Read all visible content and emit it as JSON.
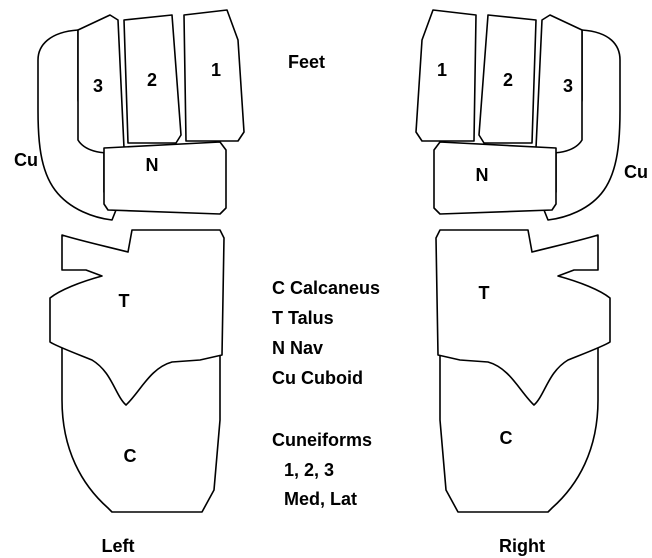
{
  "title": "Feet",
  "legend": {
    "lines": [
      "C Calcaneus",
      "T Talus",
      "N Nav",
      "Cu Cuboid"
    ],
    "cuneiforms_heading": "Cuneiforms",
    "cuneiforms_lines": [
      "1, 2, 3",
      "Med, Lat"
    ]
  },
  "left_foot": {
    "caption": "Left",
    "bones": {
      "cuboid": "Cu",
      "navicular": "N",
      "talus": "T",
      "calcaneus": "C",
      "cuneiform_1": "1",
      "cuneiform_2": "2",
      "cuneiform_3": "3"
    }
  },
  "right_foot": {
    "caption": "Right",
    "bones": {
      "cuboid": "Cu",
      "navicular": "N",
      "talus": "T",
      "calcaneus": "C",
      "cuneiform_1": "1",
      "cuneiform_2": "2",
      "cuneiform_3": "3"
    }
  },
  "colors": {
    "outline": "#000000",
    "fill": "#ffffff",
    "text": "#000000"
  }
}
